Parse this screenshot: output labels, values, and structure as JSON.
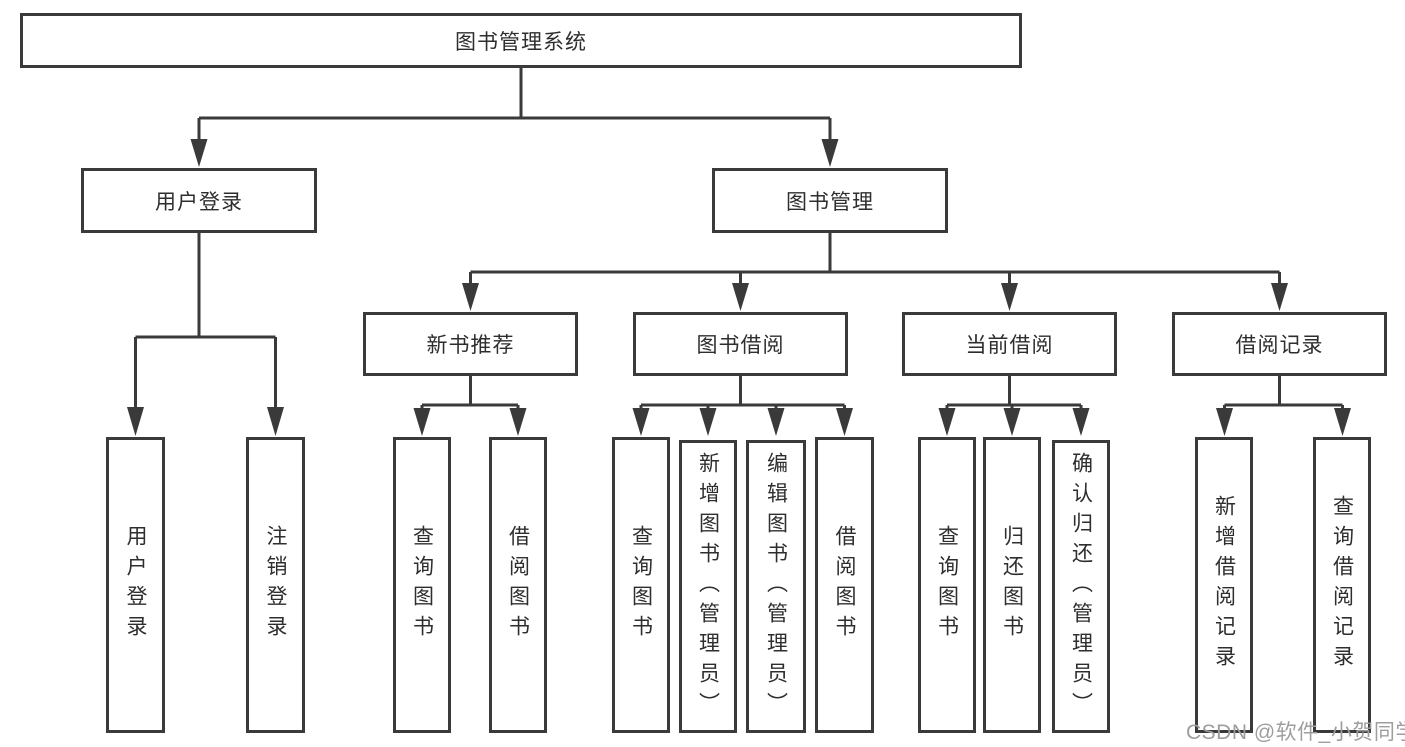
{
  "tree": {
    "label": "图书管理系统",
    "children": [
      {
        "label": "用户登录",
        "children": [
          {
            "label": "用户登录"
          },
          {
            "label": "注销登录"
          }
        ]
      },
      {
        "label": "图书管理",
        "children": [
          {
            "label": "新书推荐",
            "children": [
              {
                "label": "查询图书"
              },
              {
                "label": "借阅图书"
              }
            ]
          },
          {
            "label": "图书借阅",
            "children": [
              {
                "label": "查询图书"
              },
              {
                "label": "新增图书（管理员）"
              },
              {
                "label": "编辑图书（管理员）"
              },
              {
                "label": "借阅图书"
              }
            ]
          },
          {
            "label": "当前借阅",
            "children": [
              {
                "label": "查询图书"
              },
              {
                "label": "归还图书"
              },
              {
                "label": "确认归还（管理员）"
              }
            ]
          },
          {
            "label": "借阅记录",
            "children": [
              {
                "label": "新增借阅记录"
              },
              {
                "label": "查询借阅记录"
              }
            ]
          }
        ]
      }
    ]
  },
  "watermark": "CSDN @软件_小贺同学",
  "colors": {
    "box_border": "#3a3a3a",
    "connector": "#3a3a3a",
    "text": "#2e2e2e",
    "watermark": "#9e9e9e",
    "background": "#ffffff"
  }
}
